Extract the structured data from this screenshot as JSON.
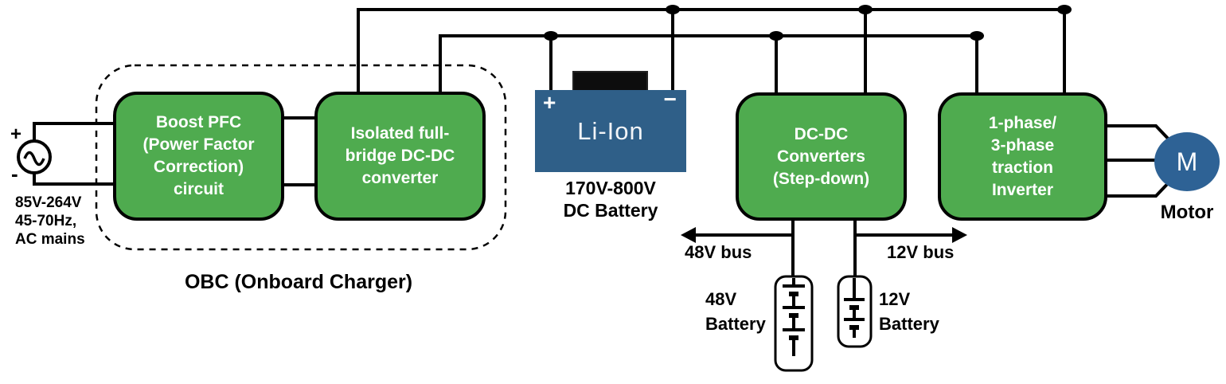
{
  "ac_source": {
    "plus": "+",
    "minus": "-",
    "label": "85V-264V\n45-70Hz,\nAC mains"
  },
  "obc": {
    "label": "OBC (Onboard Charger)"
  },
  "blocks": {
    "boost_pfc": {
      "label": "Boost PFC\n(Power Factor\nCorrection)\ncircuit"
    },
    "isolated_dcdc": {
      "label": "Isolated full-\nbridge DC-DC\nconverter"
    },
    "dcdc_stepdown": {
      "label": "DC-DC\nConverters\n(Step-down)"
    },
    "traction_inverter": {
      "label": "1-phase/\n3-phase\ntraction\nInverter"
    }
  },
  "hv_battery": {
    "plus": "+",
    "minus": "−",
    "name": "Li-Ion",
    "label": "170V-800V\nDC Battery"
  },
  "lv_buses": {
    "bus_48v": "48V bus",
    "bus_12v": "12V bus"
  },
  "lv_batteries": {
    "battery_48v": "48V\nBattery",
    "battery_12v": "12V\nBattery"
  },
  "motor": {
    "symbol": "M",
    "label": "Motor"
  },
  "colors": {
    "block_green": "#4FAB4F",
    "battery_blue": "#2F5F88",
    "motor_blue": "#2E6295",
    "line_black": "#000000"
  }
}
